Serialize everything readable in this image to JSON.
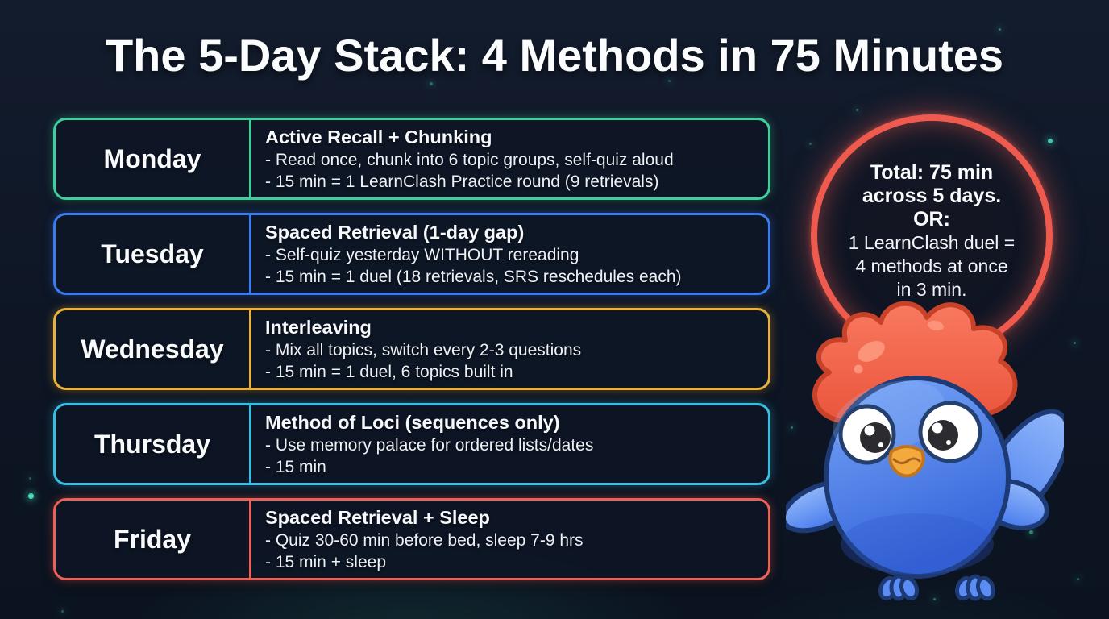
{
  "title": "The 5-Day Stack: 4 Methods in 75 Minutes",
  "schedule": {
    "rows": [
      {
        "day": "Monday",
        "method": "Active Recall + Chunking",
        "points": [
          "- Read once, chunk into 6 topic groups, self-quiz aloud",
          "- 15 min = 1 LearnClash Practice round (9 retrievals)"
        ],
        "accent": "#3ecf9a",
        "glow": "rgba(62,207,154,0.40)"
      },
      {
        "day": "Tuesday",
        "method": "Spaced Retrieval (1-day gap)",
        "points": [
          "- Self-quiz yesterday WITHOUT rereading",
          "- 15 min = 1 duel (18 retrievals, SRS reschedules each)"
        ],
        "accent": "#3b7bf0",
        "glow": "rgba(59,123,240,0.40)"
      },
      {
        "day": "Wednesday",
        "method": "Interleaving",
        "points": [
          "- Mix all topics, switch every 2-3 questions",
          "- 15 min = 1 duel, 6 topics built in"
        ],
        "accent": "#e9b23e",
        "glow": "rgba(233,178,62,0.40)"
      },
      {
        "day": "Thursday",
        "method": "Method of Loci (sequences only)",
        "points": [
          "- Use memory palace for ordered lists/dates",
          "- 15 min"
        ],
        "accent": "#38bde4",
        "glow": "rgba(56,189,228,0.40)"
      },
      {
        "day": "Friday",
        "method": "Spaced Retrieval + Sleep",
        "points": [
          "- Quiz 30-60 min before bed, sleep 7-9 hrs",
          "- 15 min + sleep"
        ],
        "accent": "#ec6055",
        "glow": "rgba(236,96,85,0.40)"
      }
    ]
  },
  "badge": {
    "ring_color": "#ef5a4e",
    "ring_glow": "rgba(239,90,78,0.50)",
    "lines_bold": [
      "Total: 75 min",
      "across 5 days.",
      "OR:"
    ],
    "lines_regular": [
      "1 LearnClash duel =",
      "4 methods at once",
      "in 3 min."
    ]
  },
  "mascot": {
    "icon": "blue-bird-mascot"
  }
}
